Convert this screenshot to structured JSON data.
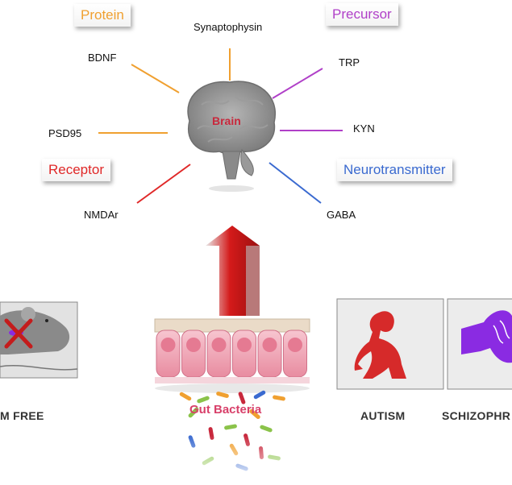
{
  "center": {
    "label": "Brain"
  },
  "categories": {
    "protein": {
      "label": "Protein",
      "color": "#f0a030"
    },
    "precursor": {
      "label": "Precursor",
      "color": "#b040c8"
    },
    "receptor": {
      "label": "Receptor",
      "color": "#e02828"
    },
    "neurotransmitter": {
      "label": "Neurotransmitter",
      "color": "#3a6ad0"
    }
  },
  "molecules": {
    "synaptophysin": "Synaptophysin",
    "bdnf": "BDNF",
    "psd95": "PSD95",
    "trp": "TRP",
    "kyn": "KYN",
    "nmdar": "NMDAr",
    "gaba": "GABA"
  },
  "gut": {
    "label": "Gut Bacteria"
  },
  "conditions": {
    "germ_free": "M FREE",
    "autism": "AUTISM",
    "schizophrenia": "SCHIZOPHR"
  },
  "colors": {
    "arrow": "#d41a1a",
    "figure_red": "#d62a2a",
    "figure_purple": "#8a2be2",
    "brain": "#8c8c8c",
    "epithelium": "#f2a8b8"
  }
}
